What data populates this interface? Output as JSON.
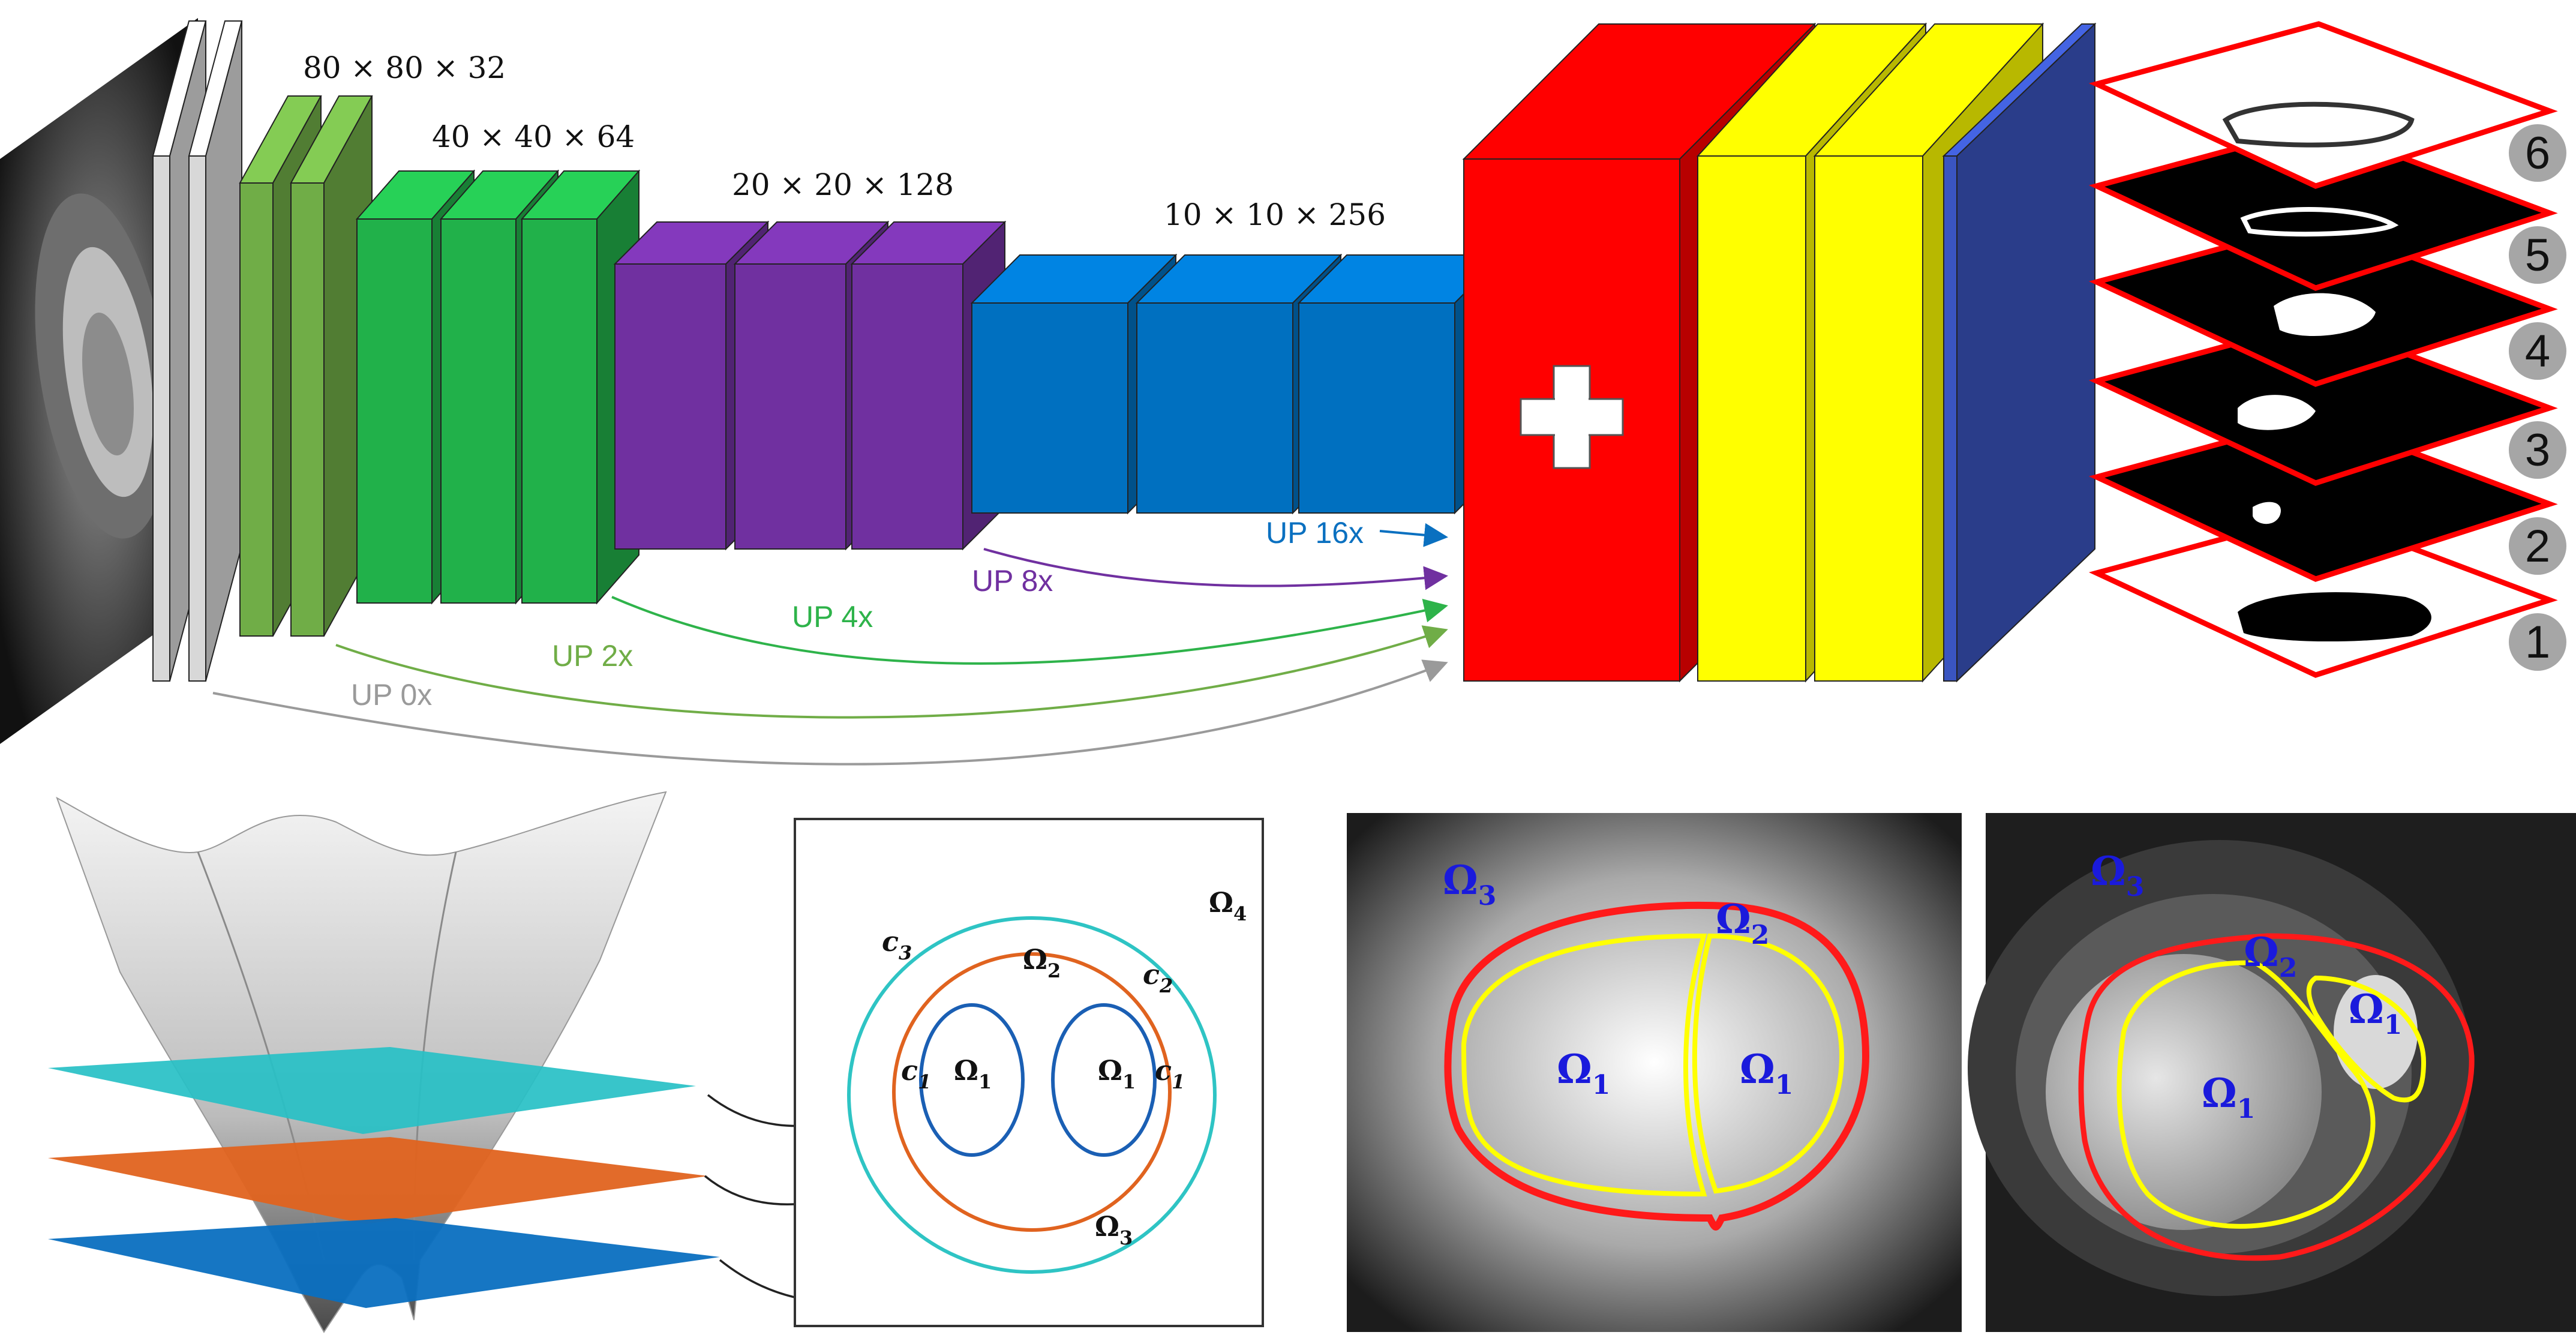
{
  "network": {
    "dims": [
      {
        "id": "d1",
        "text": "80 × 80 × 32"
      },
      {
        "id": "d2",
        "text": "40 × 40 × 64"
      },
      {
        "id": "d3",
        "text": "20 × 20 × 128"
      },
      {
        "id": "d4",
        "text": "10 × 10 × 256"
      }
    ],
    "upsample_labels": [
      {
        "id": "up0",
        "text": "UP 0x",
        "color": "#9a9a9a"
      },
      {
        "id": "up2",
        "text": "UP 2x",
        "color": "#70ad47"
      },
      {
        "id": "up4",
        "text": "UP 4x",
        "color": "#2eb34a"
      },
      {
        "id": "up8",
        "text": "UP 8x",
        "color": "#7030a0"
      },
      {
        "id": "up16",
        "text": "UP 16x",
        "color": "#0a70c0"
      }
    ],
    "fusion_symbol": "+",
    "output_numbers": [
      "1",
      "2",
      "3",
      "4",
      "5",
      "6"
    ]
  },
  "level_set_diagram": {
    "labels": {
      "c3": "c",
      "c3_sub": "3",
      "c2": "c",
      "c2_sub": "2",
      "c1a": "c",
      "c1a_sub": "1",
      "c1b": "c",
      "c1b_sub": "1",
      "omega1a": "Ω",
      "omega1a_sub": "1",
      "omega1b": "Ω",
      "omega1b_sub": "1",
      "omega2": "Ω",
      "omega2_sub": "2",
      "omega3": "Ω",
      "omega3_sub": "3",
      "omega4": "Ω",
      "omega4_sub": "4"
    }
  },
  "synthetic_panel": {
    "labels": {
      "omega3": "Ω",
      "omega3_sub": "3",
      "omega2": "Ω",
      "omega2_sub": "2",
      "omega1a": "Ω",
      "omega1a_sub": "1",
      "omega1b": "Ω",
      "omega1b_sub": "1"
    }
  },
  "mri_panel": {
    "labels": {
      "omega3": "Ω",
      "omega3_sub": "3",
      "omega2": "Ω",
      "omega2_sub": "2",
      "omega1a": "Ω",
      "omega1a_sub": "1",
      "omega1b": "Ω",
      "omega1b_sub": "1"
    }
  },
  "colors": {
    "gray": "#d8d8d8",
    "light_green": "#70ad47",
    "green": "#21b14a",
    "purple": "#7030a0",
    "blue": "#0070c0",
    "red": "#ff0000",
    "yellow": "#ffff00",
    "dark_blue": "#3a55c0",
    "cyan": "#2ec4c4",
    "orange": "#e0631f",
    "contour_blue": "#1a5fb4",
    "label_blue": "#1a1adc"
  }
}
